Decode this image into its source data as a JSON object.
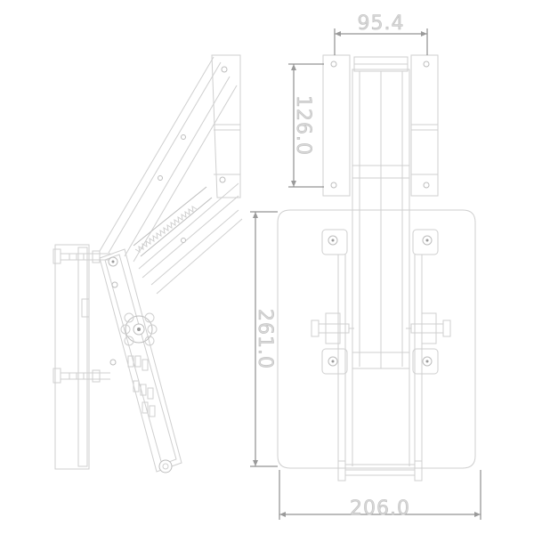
{
  "dimensions": {
    "top_width": "95.4",
    "bracket_height": "126.0",
    "plate_height": "261.0",
    "plate_width": "206.0"
  },
  "colors": {
    "line": "#cfcfcf",
    "dimension_line": "#7a7a7a",
    "dimension_text": "#d8d8d8"
  }
}
